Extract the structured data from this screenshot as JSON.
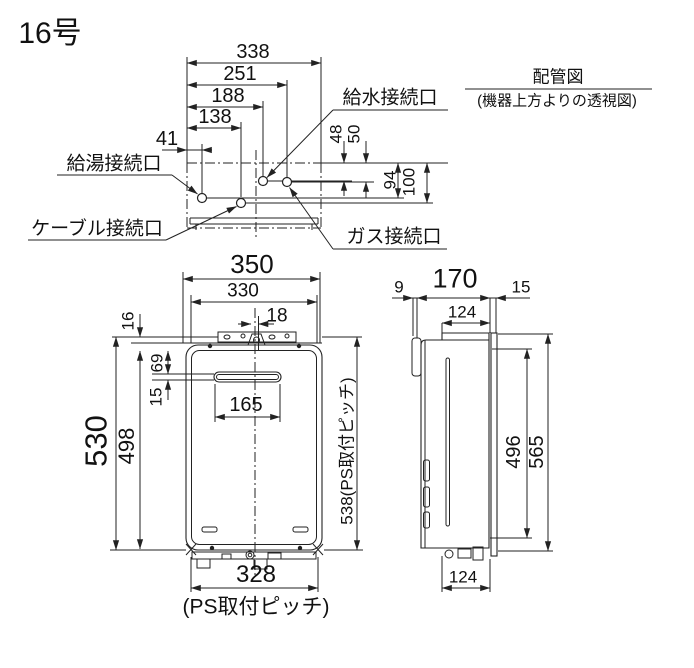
{
  "title": "16号",
  "colors": {
    "line": "#222222",
    "text": "#111111",
    "background": "#ffffff"
  },
  "piping_view": {
    "heading": "配管図",
    "subheading": "(機器上方よりの透視図)",
    "connections": {
      "hot_water": "給湯接続口",
      "cable": "ケーブル接続口",
      "water_supply": "給水接続口",
      "gas": "ガス接続口"
    },
    "dims": {
      "w338": "338",
      "w251": "251",
      "w188": "188",
      "w138": "138",
      "w41": "41",
      "d48": "48",
      "d50": "50",
      "d94": "94",
      "d100": "100"
    }
  },
  "front_view": {
    "dims": {
      "w350": "350",
      "w330": "330",
      "w18": "18",
      "h16": "16",
      "h69": "69",
      "h15": "15",
      "w165": "165",
      "h530": "530",
      "h498": "498",
      "h538": "538(PS取付ピッチ)",
      "w328": "328",
      "pitch_note": "(PS取付ピッチ)"
    }
  },
  "side_view": {
    "dims": {
      "d9": "9",
      "d170": "170",
      "d15": "15",
      "d124_top": "124",
      "h496": "496",
      "h565": "565",
      "d124_bottom": "124"
    }
  }
}
